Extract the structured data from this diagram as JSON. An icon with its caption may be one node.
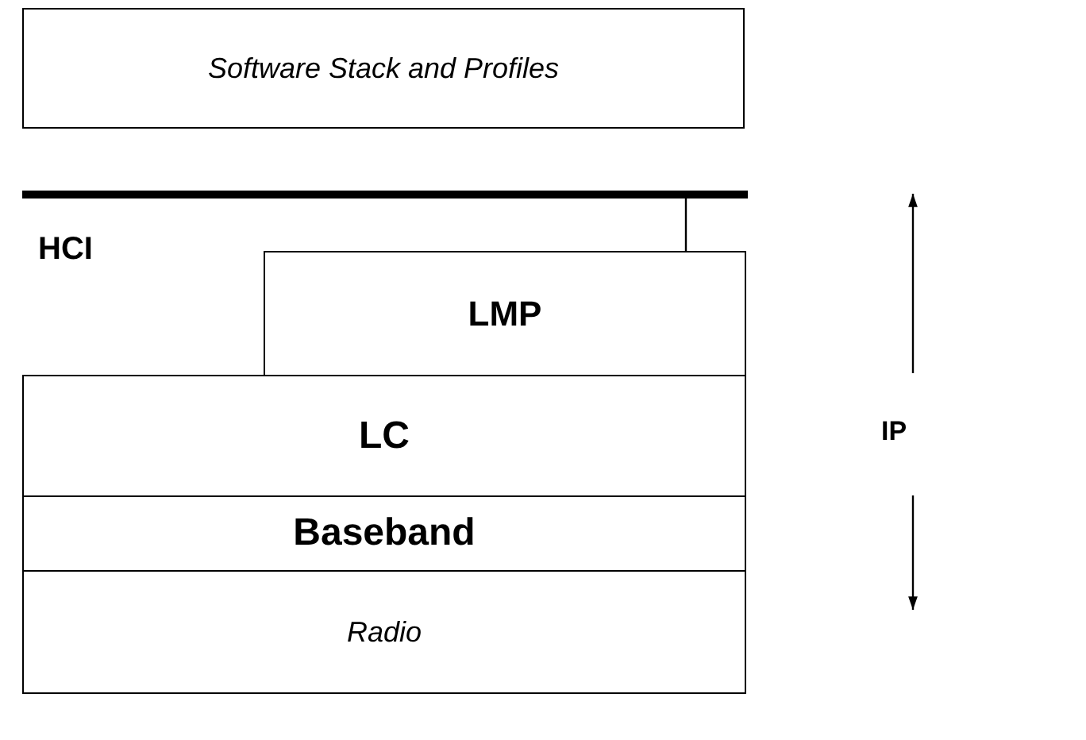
{
  "diagram": {
    "nodes": [
      {
        "text": [
          "Software Stack and Profiles"
        ]
      },
      {
        "text": [],
        "shape": "bar",
        "beside": [
          "HCI"
        ]
      },
      {
        "text": [
          "LMP"
        ]
      },
      {
        "text": [
          "LC"
        ]
      },
      {
        "text": [
          "Baseband"
        ]
      },
      {
        "text": [
          "Radio"
        ]
      }
    ],
    "edges": [
      {
        "from": 1,
        "to": 2,
        "arrow": "none"
      }
    ],
    "labels": [
      "IP"
    ]
  }
}
